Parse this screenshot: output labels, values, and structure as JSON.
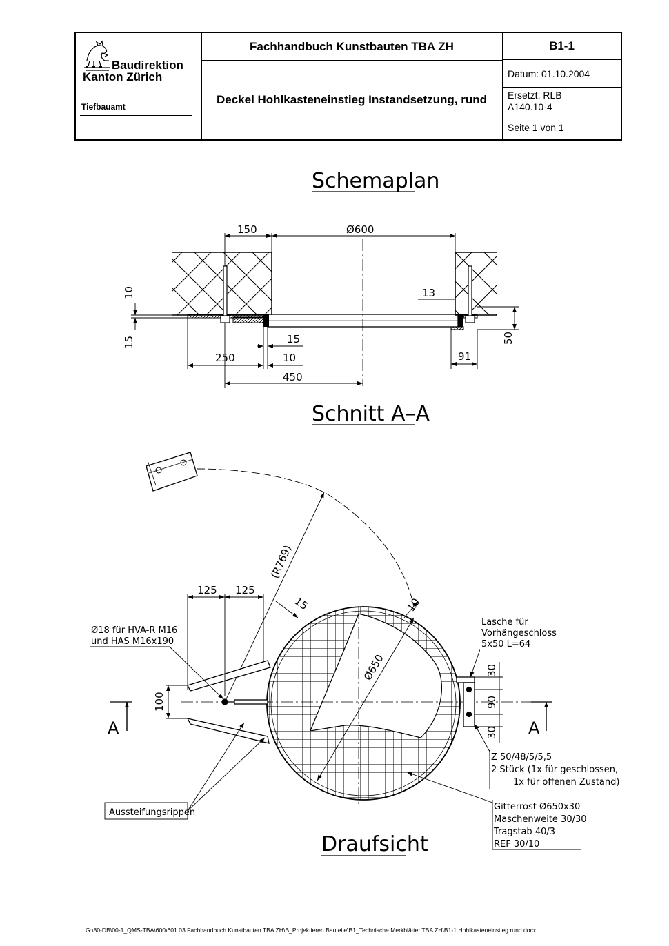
{
  "header": {
    "org_line1": "Baudirektion",
    "org_line2": "Kanton Zürich",
    "department": "Tiefbauamt",
    "handbook_title": "Fachhandbuch Kunstbauten TBA ZH",
    "doc_title": "Deckel Hohlkasteneinstieg Instandsetzung, rund",
    "doc_code": "B1-1",
    "date": "Datum: 01.10.2004",
    "replaces_line1": "Ersetzt: RLB",
    "replaces_line2": "A140.10-4",
    "page": "Seite 1 von 1"
  },
  "drawing": {
    "title_plan": "Schemaplan",
    "title_section": "Schnitt A–A",
    "title_top": "Draufsicht",
    "dims": {
      "d150": "150",
      "d600": "Ø600",
      "d10": "10",
      "d15": "15",
      "d13": "13",
      "d15b": "15",
      "d250": "250",
      "d10b": "10",
      "d91": "91",
      "d450": "450",
      "d50": "50",
      "r769": "(R769)",
      "d125a": "125",
      "d125b": "125",
      "d15c": "15",
      "d10c": "10",
      "d650": "Ø650",
      "d100": "100",
      "d30a": "30",
      "d90": "90",
      "d30b": "30"
    },
    "section_mark": "A",
    "notes": {
      "bolt_line1": "Ø18 für HVA-R M16",
      "bolt_line2": "und HAS M16x190",
      "lasche_line1": "Lasche für",
      "lasche_line2": "Vorhängeschloss",
      "lasche_line3": "5x50 L=64",
      "z_line1": "Z 50/48/5/5,5",
      "z_line2": "2 Stück (1x für geschlossen,",
      "z_line3": "1x für offenen Zustand)",
      "rost_line1": "Gitterrost Ø650x30",
      "rost_line2": "Maschenweite 30/30",
      "rost_line3": "Tragstab 40/3",
      "rost_line4": "REF 30/10",
      "ribs": "Aussteifungsrippen"
    }
  },
  "footer": {
    "path": "G:\\80-DB\\00-1_QMS-TBA\\600\\601.03 Fachhandbuch Kunstbauten TBA ZH\\B_Projektieren Bauteile\\B1_Technische Merkblätter TBA ZH\\B1-1 Hohlkasteneinstieg rund.docx"
  }
}
